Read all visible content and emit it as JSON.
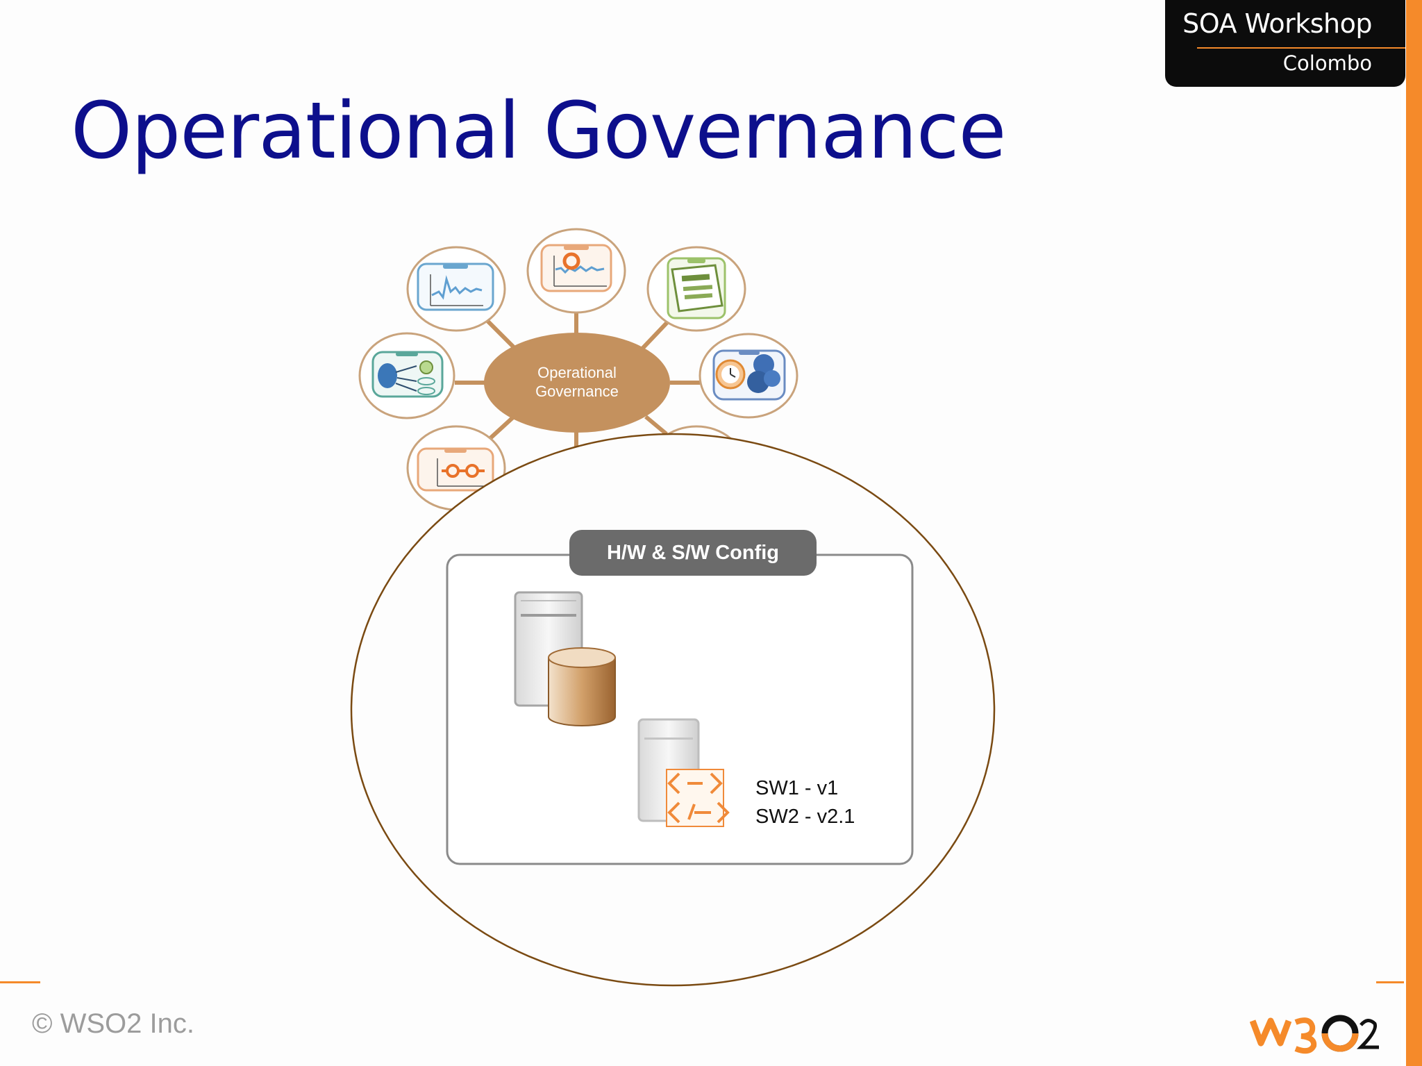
{
  "badge": {
    "title": "SOA Workshop",
    "subtitle": "Colombo"
  },
  "page_title": "Operational Governance",
  "hub": {
    "line1": "Operational",
    "line2": "Governance"
  },
  "config_panel": {
    "label": "H/W & S/W Config",
    "software": [
      "SW1 - v1",
      "SW2 - v2.1"
    ]
  },
  "footer": {
    "copyright": "© WSO2 Inc."
  },
  "colors": {
    "title": "#0d0f8c",
    "accent": "#f58a2a",
    "hub_fill": "#c4915e",
    "ellipse_stroke": "#7a4a12",
    "panel_label_bg": "#6b6b6b"
  }
}
